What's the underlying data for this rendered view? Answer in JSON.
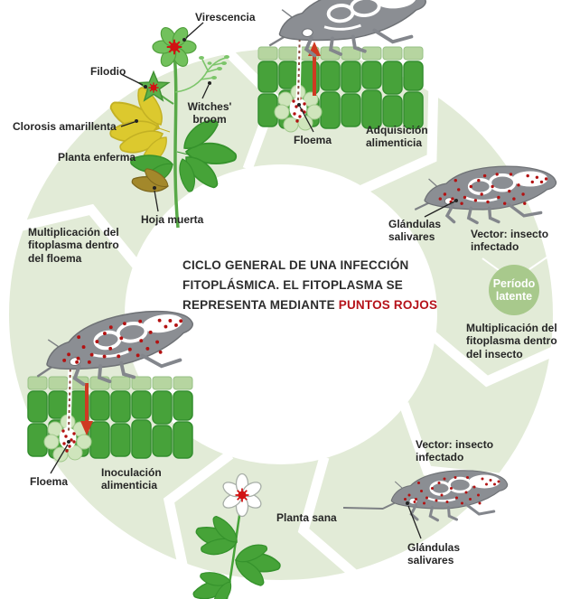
{
  "title": {
    "line1": "CICLO GENERAL DE UNA INFECCIÓN",
    "line2": "FITOPLÁSMICA. EL FITOPLASMA SE",
    "line3_prefix": "REPRESENTA MEDIANTE ",
    "line3_highlight": "PUNTOS ROJOS"
  },
  "stages": {
    "sick_plant": {
      "virescencia": "Virescencia",
      "filodio": "Filodio",
      "clorosis": "Clorosis amarillenta",
      "planta_enferma": "Planta enferma",
      "witches_broom": "Witches' broom",
      "hoja_muerta": "Hoja muerta"
    },
    "acquisition": {
      "floema": "Floema",
      "caption": "Adquisición alimenticia"
    },
    "vector_right": {
      "glandulas": "Glándulas salivares",
      "caption": "Vector: insecto infectado"
    },
    "latent_badge": "Período latente",
    "mult_insect": "Multiplicación del fitoplasma dentro del insecto",
    "vector_bottom": {
      "caption": "Vector: insecto infectado",
      "glandulas": "Glándulas salivares"
    },
    "healthy_plant": "Planta sana",
    "inoculation": {
      "floema": "Floema",
      "caption": "Inoculación alimenticia"
    },
    "mult_phloem": "Multiplicación del fitoplasma dentro del floema"
  },
  "colors": {
    "ring_green": "#e2ebd7",
    "latent_badge_green": "#a8c98c",
    "title_highlight_red": "#b5121a",
    "phytoplasma_dot_red": "#b31212",
    "arrow_red": "#cf3a22",
    "insect_gray": "#8b8e93",
    "tissue_dark_green": "#47a23a",
    "tissue_light_green": "#b6d5a0",
    "healthy_leaf_green": "#46a338",
    "chlorosis_yellow": "#dcc92e",
    "dead_leaf_brown": "#a3882b",
    "label_text": "#262626"
  }
}
